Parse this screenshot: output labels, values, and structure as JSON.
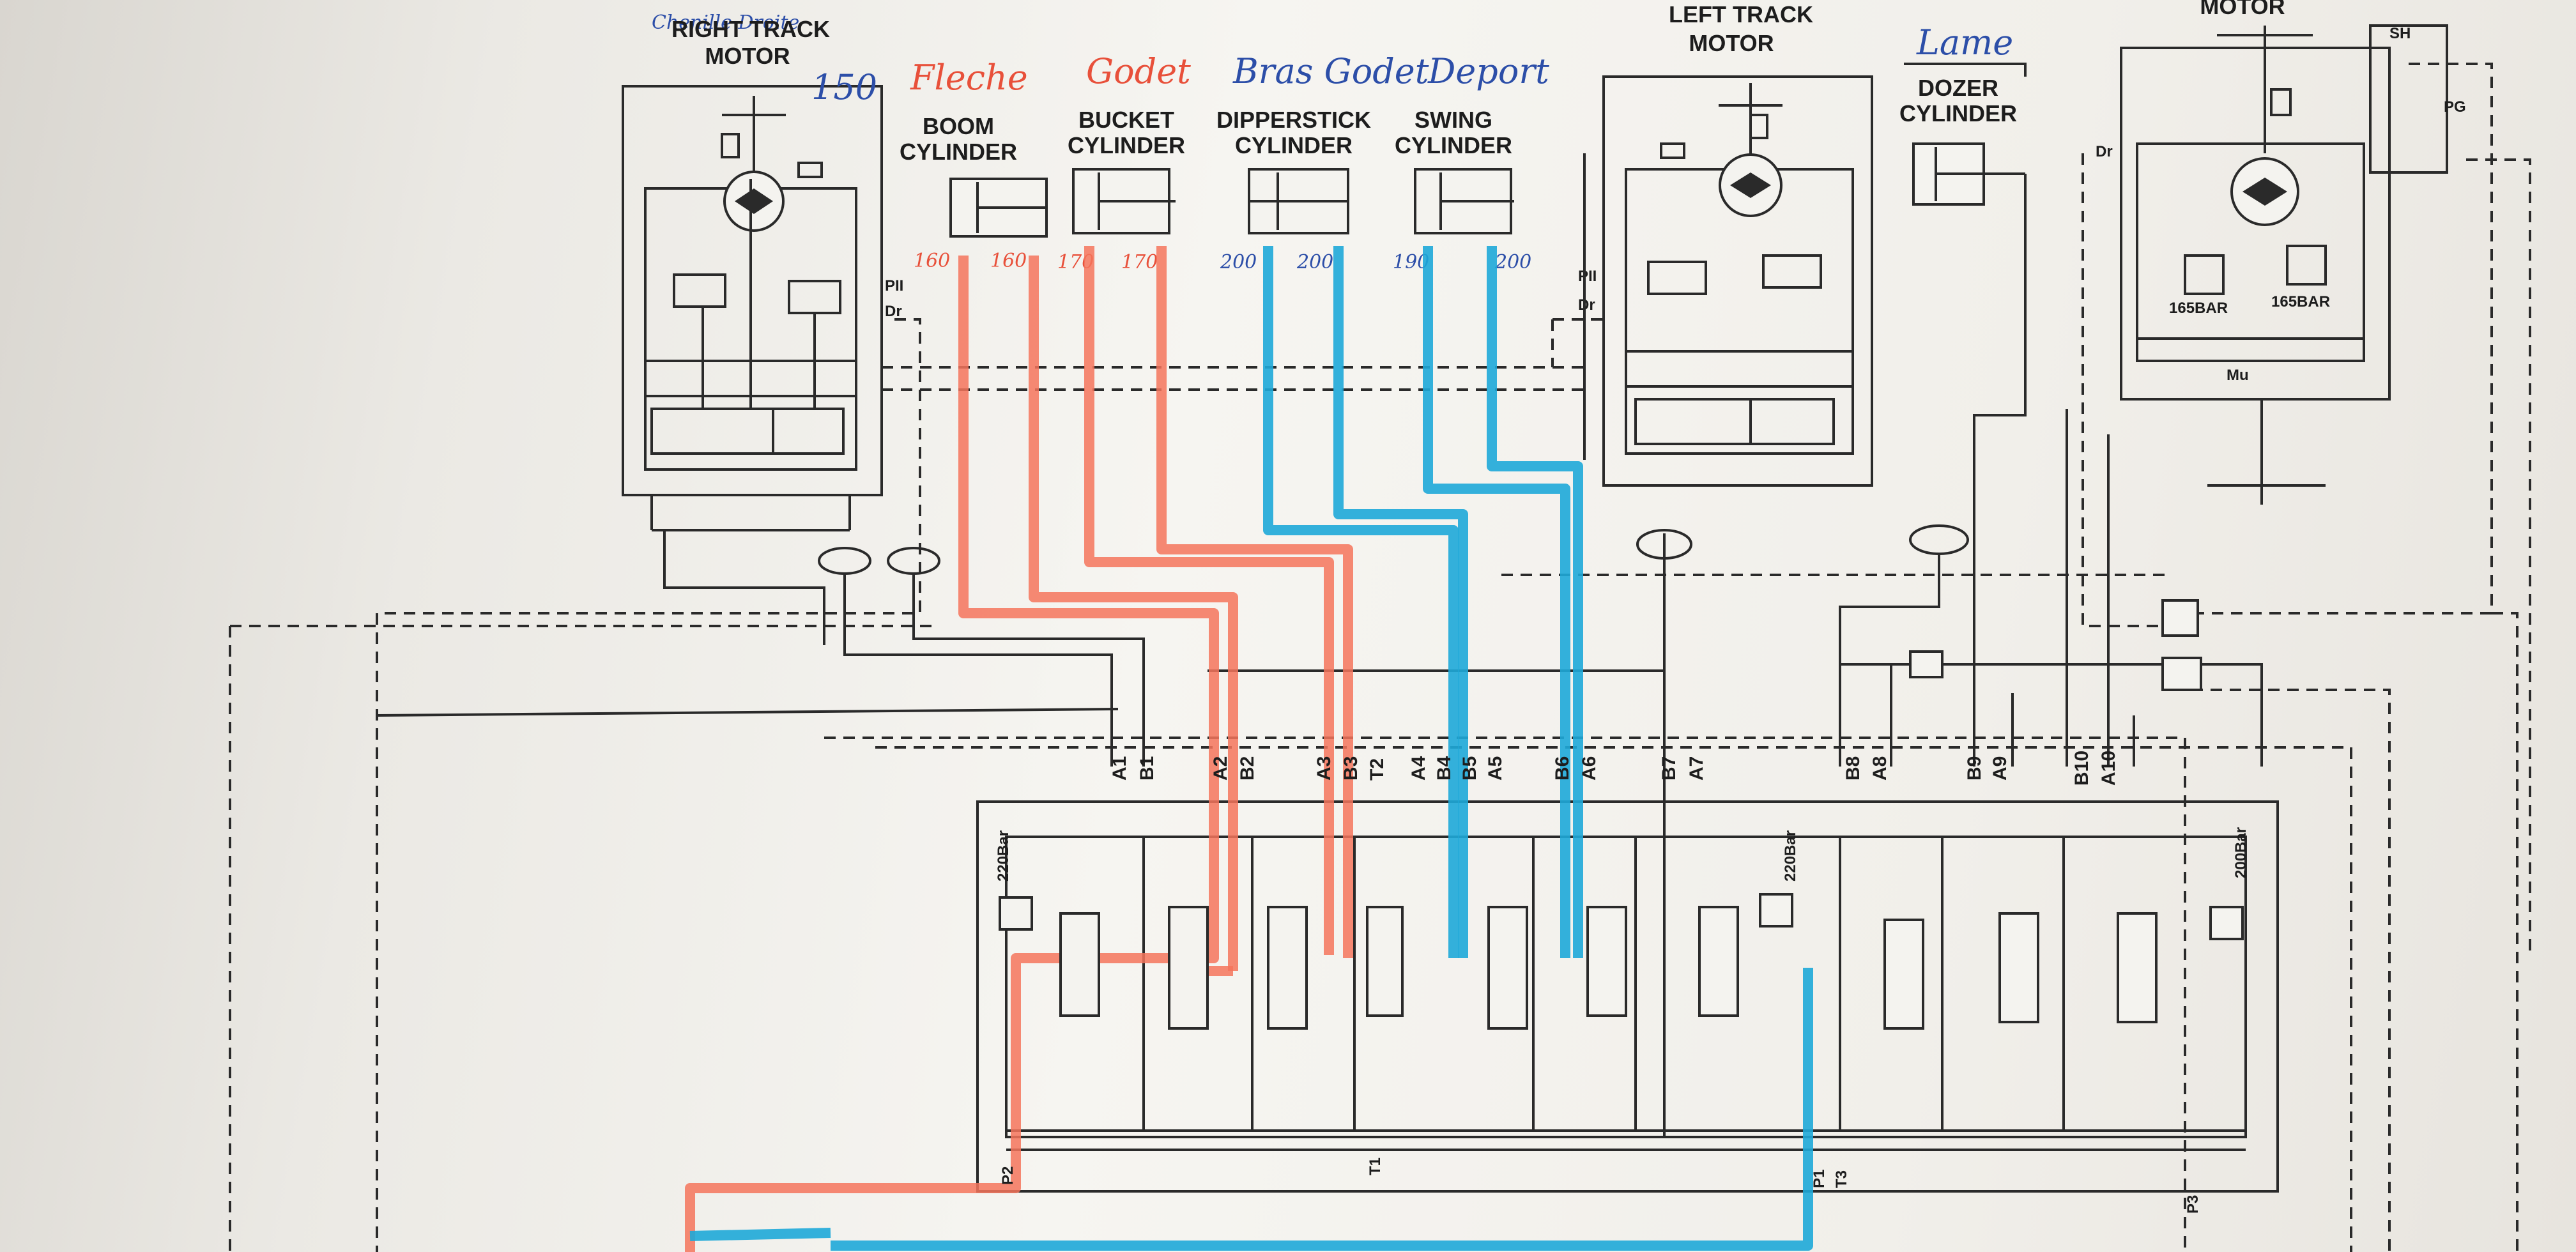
{
  "colors": {
    "ink": "#2a2a2a",
    "highlight_red": "#f4745c",
    "highlight_blue": "#1ea9d8",
    "hand_red": "#e8503a",
    "hand_blue": "#2c4ea8"
  },
  "components": {
    "right_track_motor": {
      "handnote": "Chenille Droite",
      "label_line1": "RIGHT TRACK",
      "label_line2": "MOTOR",
      "pressure_note": "150"
    },
    "boom_cylinder": {
      "handnote": "Fleche",
      "label_line1": "BOOM",
      "label_line2": "CYLINDER",
      "port_a": "160",
      "port_b": "160"
    },
    "bucket_cylinder": {
      "handnote": "Godet",
      "label_line1": "BUCKET",
      "label_line2": "CYLINDER",
      "port_a": "170",
      "port_b": "170"
    },
    "dipperstick_cylinder": {
      "handnote": "Bras Godet",
      "label_line1": "DIPPERSTICK",
      "label_line2": "CYLINDER",
      "port_a": "200",
      "port_b": "200"
    },
    "swing_cylinder": {
      "handnote": "Deport",
      "label_line1": "SWING",
      "label_line2": "CYLINDER",
      "port_a": "190",
      "port_b": "200"
    },
    "left_track_motor": {
      "label_line1": "LEFT TRACK",
      "label_line2": "MOTOR"
    },
    "dozer_cylinder": {
      "handnote": "Lame",
      "label_line1": "DOZER",
      "label_line2": "CYLINDER"
    },
    "swing_motor": {
      "label": "MOTOR",
      "relief_1": "165BAR",
      "relief_2": "165BAR",
      "sh": "SH",
      "pg": "PG",
      "dr": "Dr",
      "mu": "Mu"
    }
  },
  "motor_ports": {
    "pii_right": "PII",
    "dr_right": "Dr",
    "pii_left": "PII",
    "dr_left": "Dr"
  },
  "valve_ports": [
    "A1",
    "B1",
    "A2",
    "B2",
    "A3",
    "B3",
    "T2",
    "A4",
    "B4",
    "B5",
    "A5",
    "B6",
    "A6",
    "B7",
    "A7",
    "B8",
    "A8",
    "B9",
    "A9",
    "B10",
    "A10"
  ],
  "relief_valves": {
    "left": "220Bar",
    "middle": "220Bar",
    "right": "200Bar"
  },
  "pumps": {
    "p2": "P2",
    "t1": "T1",
    "p1": "P1",
    "t3": "T3",
    "p3": "P3"
  }
}
